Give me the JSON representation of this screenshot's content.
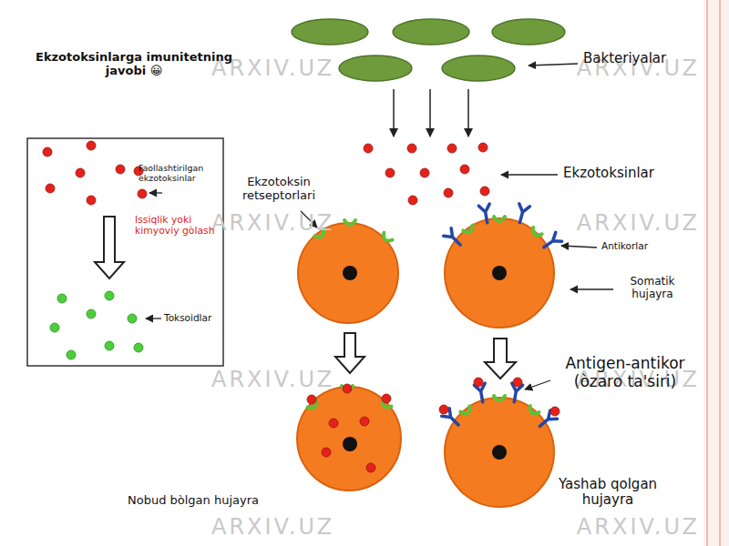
{
  "diagram": {
    "title": "Ekzotoksinlarga imunitetning javobi 😀",
    "nodes": [
      {
        "text": [
          "Faollashtirilgan ekzotoksinlar",
          "Issiqlik yoki kimyoviy gòlash",
          "Toksoidlar"
        ]
      },
      {
        "text": [
          "Nobud bòlgan hujayra"
        ]
      },
      {
        "text": [
          "Yashab qolgan hujayra"
        ]
      }
    ],
    "labels": [
      "Bakteriyalar",
      "Ekzotoksinlar",
      "Ekzotoksin retseptorlari",
      "Antikorlar",
      "Somatik hujayra",
      "Antigen-antikor (òzaro ta'siri)",
      "ARXIV.UZ",
      "ARXIV.UZ",
      "ARXIV.UZ",
      "ARXIV.UZ",
      "ARXIV.UZ",
      "ARXIV.UZ",
      "ARXIV.UZ",
      "ARXIV.UZ"
    ]
  }
}
